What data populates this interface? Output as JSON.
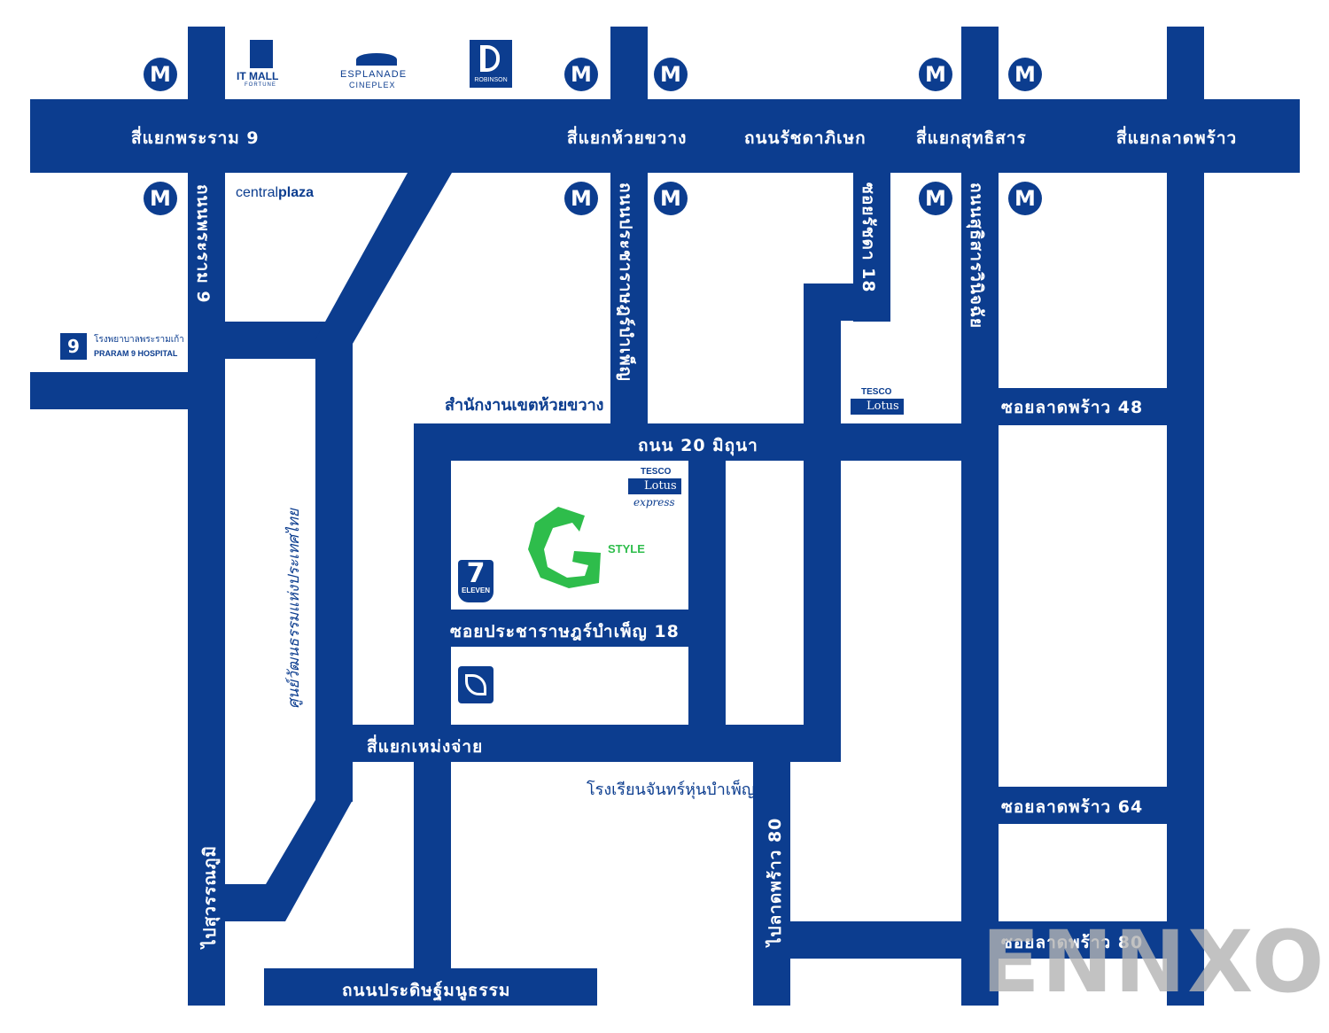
{
  "colors": {
    "road": "#0c3d8f",
    "road_text": "#ffffff",
    "g_style_green": "#2ebd4b",
    "watermark": "#b4b4b4"
  },
  "roads": {
    "rama9_intersection": "สี่แยกพระราม 9",
    "huai_khwang_intersection": "สี่แยกห้วยขวาง",
    "ratchadaphisek_road": "ถนนรัชดาภิเษก",
    "sutthisan_intersection": "สี่แยกสุทธิสาร",
    "lat_phrao_intersection": "สี่แยกลาดพร้าว",
    "rama9_road": "ถนนพระราม 9",
    "pracharat_bamphen_road": "ถนนประชาราษฎร์บำเพ็ญ",
    "soi_ratchada_18": "ซอยรัชดา 18",
    "sutthisan_road": "ถนนสุธิสารวินิจฉัย",
    "soi_lat_phrao_48": "ซอยลาดพร้าว 48",
    "road_20_mithuna": "ถนน 20 มิถุนา",
    "soi_pracharat_18": "ซอยประชาราษฎร์บำเพ็ญ 18",
    "meng_chai_intersection": "สี่แยกเหม่งจ่าย",
    "to_lat_phrao_80": "ไปลาดพร้าว 80",
    "soi_lat_phrao_64": "ซอยลาดพร้าว 64",
    "soi_lat_phrao_80": "ซอยลาดพร้าว 80",
    "to_suvarnabhumi": "ไปสุวรรณภูมิ",
    "pracha_uthit_road": "ถนนประดิษฐ์มนูธรรม"
  },
  "places": {
    "district_office": "สำนักงานเขตห้วยขวาง",
    "school": "โรงเรียนจันทร์หุ่นบำเพ็ญ",
    "cultural_center": "ศูนย์วัฒนธรรมแห่งประเทศไทย",
    "hospital_th": "โรงพยาบาลพระรามเก้า",
    "hospital_en": "PRARAM 9 HOSPITAL",
    "hospital_logo_number": "9"
  },
  "brands": {
    "metro_letter": "M",
    "it_mall": "IT MALL",
    "it_mall_sub": "FORTUNE",
    "esplanade": "ESPLANADE",
    "esplanade_sub": "CINEPLEX",
    "robinson": "ROBINSON",
    "central_regular": "central",
    "central_bold": "plaza",
    "tesco": "TESCO",
    "lotus": "Lotus",
    "express": "express",
    "seven_number": "7",
    "seven_text": "ELEVEN",
    "g_style_text": "STYLE"
  },
  "watermark": "ENNXO"
}
